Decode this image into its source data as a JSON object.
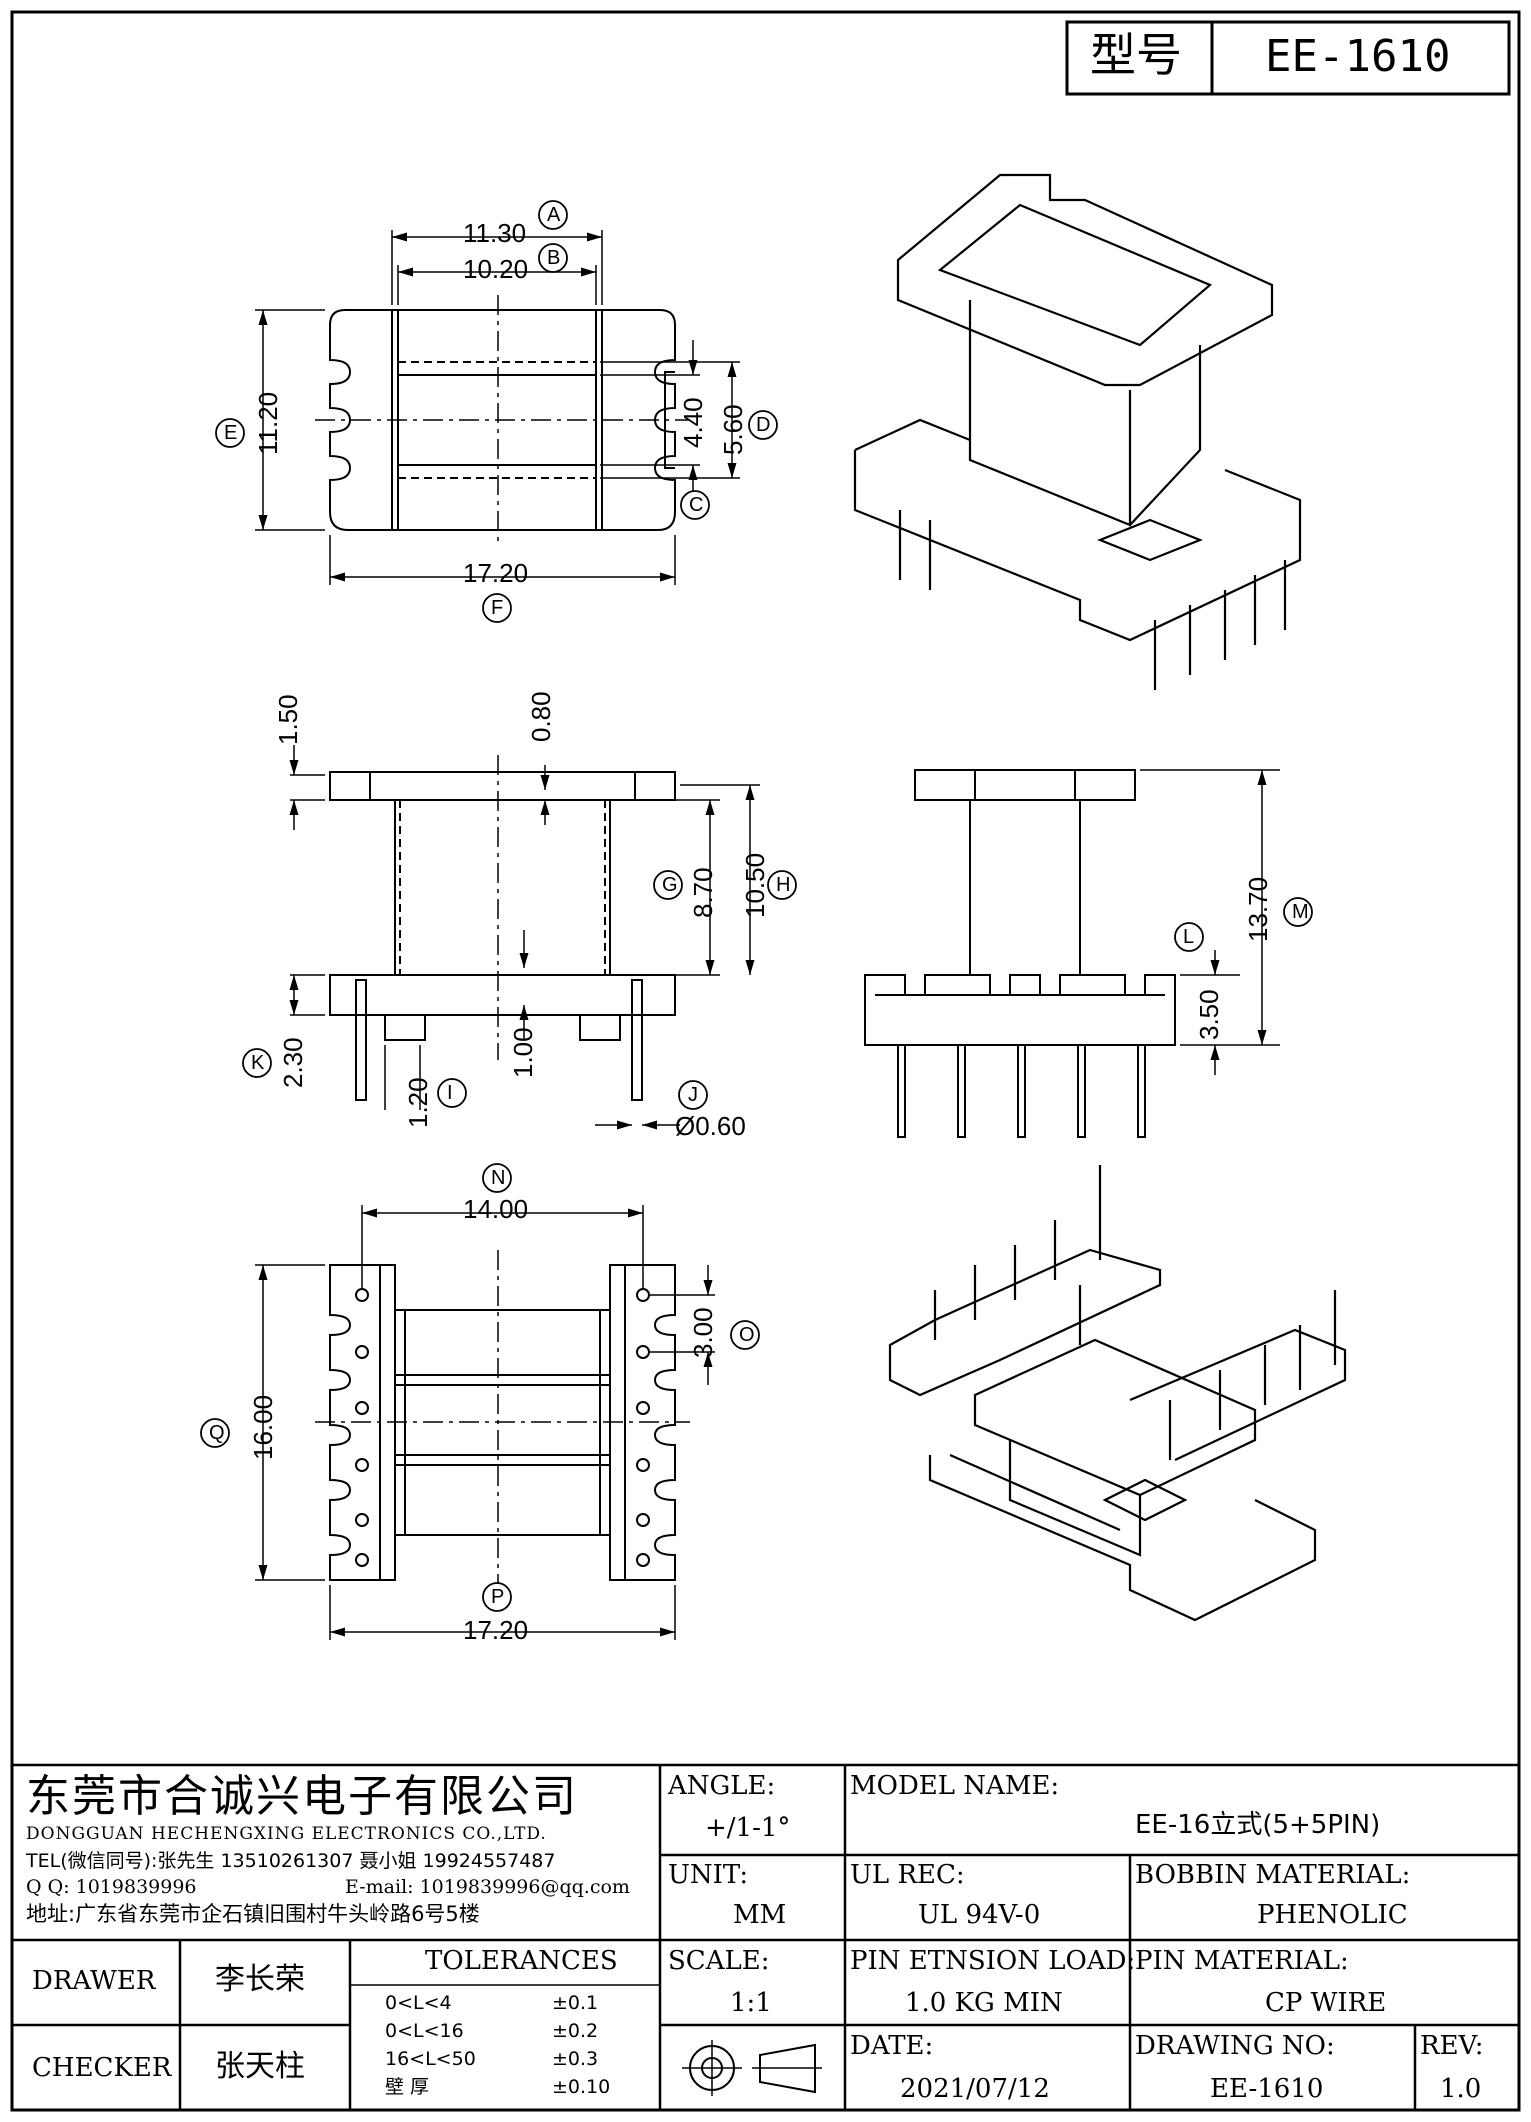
{
  "header": {
    "model_label": "型号",
    "model_value": "EE-1610"
  },
  "top_view": {
    "dims": [
      {
        "value": "11.30",
        "tag": "A"
      },
      {
        "value": "10.20",
        "tag": "B"
      },
      {
        "value": "11.20",
        "tag": "E"
      },
      {
        "value": "4.40",
        "tag": "C"
      },
      {
        "value": "5.60",
        "tag": "D"
      },
      {
        "value": "17.20",
        "tag": "F"
      }
    ]
  },
  "front_view": {
    "dims": [
      {
        "value": "1.50"
      },
      {
        "value": "0.80"
      },
      {
        "value": "8.70",
        "tag": "G"
      },
      {
        "value": "10.50",
        "tag": "H"
      },
      {
        "value": "2.30",
        "tag": "K"
      },
      {
        "value": "1.20",
        "tag": "I"
      },
      {
        "value": "1.00"
      },
      {
        "value": "Ø0.60",
        "tag": "J"
      }
    ]
  },
  "side_view": {
    "dims": [
      {
        "value": "13.70",
        "tag": "M"
      },
      {
        "value": "3.50",
        "tag": "L"
      }
    ]
  },
  "bottom_view": {
    "dims": [
      {
        "value": "14.00",
        "tag": "N"
      },
      {
        "value": "3.00",
        "tag": "O"
      },
      {
        "value": "16.00",
        "tag": "Q"
      },
      {
        "value": "17.20",
        "tag": "P"
      }
    ]
  },
  "title_block": {
    "company_cn": "东莞市合诚兴电子有限公司",
    "company_en": "DONGGUAN HECHENGXING ELECTRONICS CO.,LTD.",
    "tel": "TEL(微信同号):张先生 13510261307 聂小姐 19924557487",
    "qq": "Q Q: 1019839996",
    "email": "E-mail: 1019839996@qq.com",
    "address": "地址:广东省东莞市企石镇旧围村牛头岭路6号5楼",
    "angle_label": "ANGLE:",
    "angle_value": "+/1-1°",
    "unit_label": "UNIT:",
    "unit_value": "MM",
    "scale_label": "SCALE:",
    "scale_value": "1:1",
    "model_name_label": "MODEL NAME:",
    "model_name_value": "EE-16立式(5+5PIN)",
    "ul_label": "UL REC:",
    "ul_value": "UL 94V-0",
    "bobbin_label": "BOBBIN MATERIAL:",
    "bobbin_value": "PHENOLIC",
    "pin_load_label": "PIN ETNSION LOAD:",
    "pin_load_value": "1.0 KG MIN",
    "pin_material_label": "PIN MATERIAL:",
    "pin_material_value": "CP WIRE",
    "date_label": "DATE:",
    "date_value": "2021/07/12",
    "drawing_no_label": "DRAWING NO:",
    "drawing_no_value": "EE-1610",
    "rev_label": "REV:",
    "rev_value": "1.0",
    "drawer_label": "DRAWER",
    "drawer_value": "李长荣",
    "checker_label": "CHECKER",
    "checker_value": "张天柱",
    "tolerances_title": "TOLERANCES",
    "tolerances": [
      {
        "range": "0<L<4",
        "tol": "±0.1"
      },
      {
        "range": "0<L<16",
        "tol": "±0.2"
      },
      {
        "range": "16<L<50",
        "tol": "±0.3"
      },
      {
        "range": "壁  厚",
        "tol": "±0.10"
      }
    ]
  }
}
